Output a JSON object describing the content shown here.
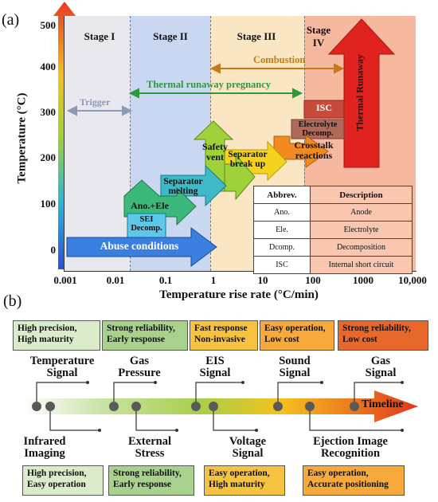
{
  "panel_a": {
    "label": "(a)",
    "y_axis": {
      "label": "Temperature (°C)",
      "ticks": [
        "0",
        "100",
        "200",
        "300",
        "400",
        "500"
      ]
    },
    "x_axis": {
      "label": "Temperature rise rate (°C/min)",
      "ticks": [
        "0.001",
        "0.01",
        "0.1",
        "1",
        "10",
        "100",
        "1000",
        "10,000"
      ]
    },
    "stages": [
      {
        "title": "Stage I",
        "color": "#e8e8ee"
      },
      {
        "title": "Stage II",
        "color": "#c9d7f0"
      },
      {
        "title": "Stage III",
        "color": "#fbe6c4"
      },
      {
        "title": "Stage\nIV",
        "color": "#f7b8a0"
      }
    ],
    "phase_arrows": {
      "trigger": "Trigger",
      "pregnancy": "Thermal runaway pregnancy",
      "combustion": "Combustion"
    },
    "events": {
      "abuse": "Abuse conditions",
      "sei": "SEI\nDecomp.",
      "ano_ele": "Ano.+Ele",
      "sep_melt": "Separator\nmelting",
      "safety_vent": "Safety\nvent",
      "sep_break": "Separator\nbreak up",
      "crosstalk": "Crosstalk\nreactions",
      "electrolyte": "Electrolyte\nDecomp.",
      "isc": "ISC",
      "thermal_runaway": "Thermal Runaway"
    },
    "abbrev_table": {
      "headers": [
        "Abbrev.",
        "Description"
      ],
      "rows": [
        [
          "Ano.",
          "Anode"
        ],
        [
          "Ele.",
          "Electrolyte"
        ],
        [
          "Dcomp.",
          "Decomposition"
        ],
        [
          "ISC",
          "Internal short circuit"
        ]
      ]
    }
  },
  "panel_b": {
    "label": "(b)",
    "timeline_label": "Timeline",
    "top_boxes": [
      {
        "text": "High precision,\nHigh maturity",
        "color": "#dbeccb"
      },
      {
        "text": "Strong reliability,\nEarly response",
        "color": "#a9d18e"
      },
      {
        "text": "Fast response\nNon-invasive",
        "color": "#f5c242"
      },
      {
        "text": "Easy operation,\nLow cost",
        "color": "#f7a93b"
      },
      {
        "text": "Strong reliability,\nLow cost",
        "color": "#e8672a"
      }
    ],
    "top_signals": [
      "Temperature\nSignal",
      "Gas\nPressure",
      "EIS\nSignal",
      "Sound\nSignal",
      "Gas\nSignal"
    ],
    "bottom_signals": [
      "Infrared\nImaging",
      "External\nStress",
      "Voltage\nSignal",
      "Ejection Image\nRecognition"
    ],
    "bottom_boxes": [
      {
        "text": "High precision,\nEasy operation",
        "color": "#dbeccb"
      },
      {
        "text": "Strong reliability,\nEarly response",
        "color": "#a9d18e"
      },
      {
        "text": "Easy operation,\nHigh maturity",
        "color": "#f5c242"
      },
      {
        "text": "Easy operation,\nAccurate positioning",
        "color": "#f7a93b"
      }
    ]
  }
}
